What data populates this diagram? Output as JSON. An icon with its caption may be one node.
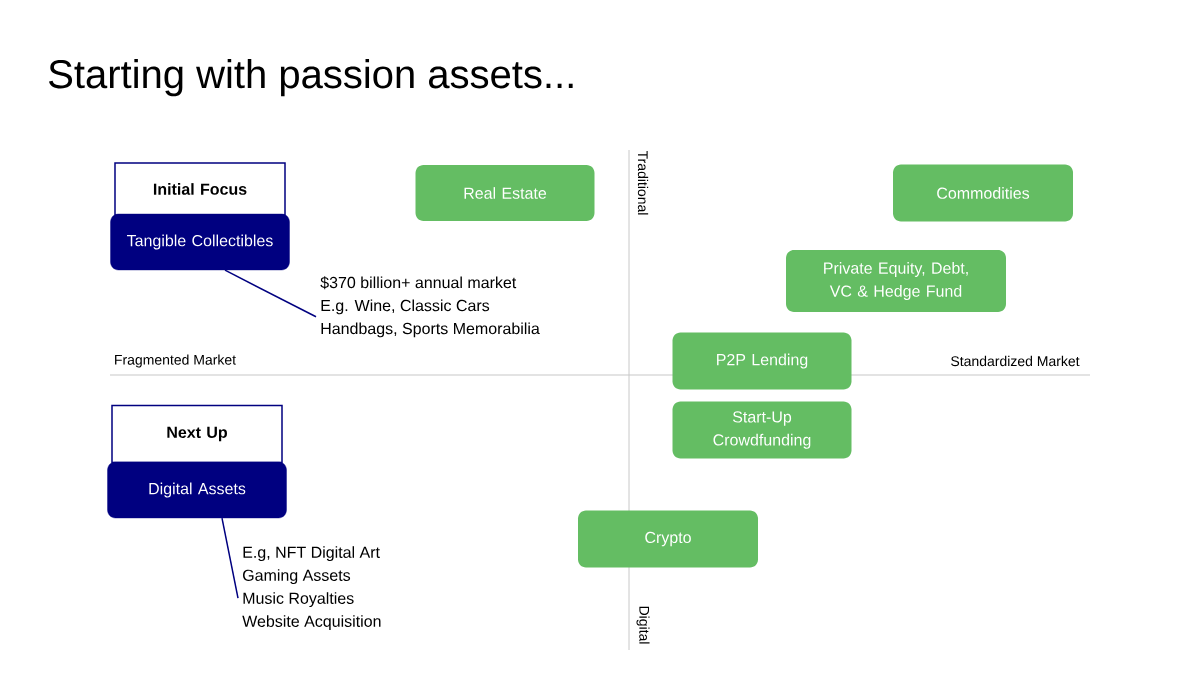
{
  "diagram": {
    "title": "Starting with passion assets...",
    "nodes": [
      {
        "text": [
          "Initial Focus"
        ]
      },
      {
        "text": [
          "Tangible Collectibles"
        ]
      },
      {
        "text": [
          "$370 billion+ annual market",
          "E.g. Wine, Classic Cars",
          "Handbags, Sports Memorabilia"
        ]
      },
      {
        "text": [
          "Next Up"
        ]
      },
      {
        "text": [
          "Digital Assets"
        ]
      },
      {
        "text": [
          "E.g, NFT Digital Art",
          "Gaming Assets",
          "Music Royalties",
          "Website Acquisition"
        ]
      },
      {
        "text": [
          "Real Estate"
        ]
      },
      {
        "text": [
          "Commodities"
        ]
      },
      {
        "text": [
          "Private Equity, Debt, VC & Hedge Fund"
        ]
      },
      {
        "text": [
          "P2P Lending"
        ]
      },
      {
        "text": [
          "Start-Up Crowdfunding"
        ]
      },
      {
        "text": [
          "Crypto"
        ]
      }
    ],
    "edges": [
      {
        "from": 1,
        "to": 2,
        "arrow": "none"
      },
      {
        "from": 4,
        "to": 5,
        "arrow": "none"
      }
    ],
    "labels": [
      "Traditional",
      "Fragmented Market",
      "Standardized Market",
      "Digital"
    ]
  }
}
